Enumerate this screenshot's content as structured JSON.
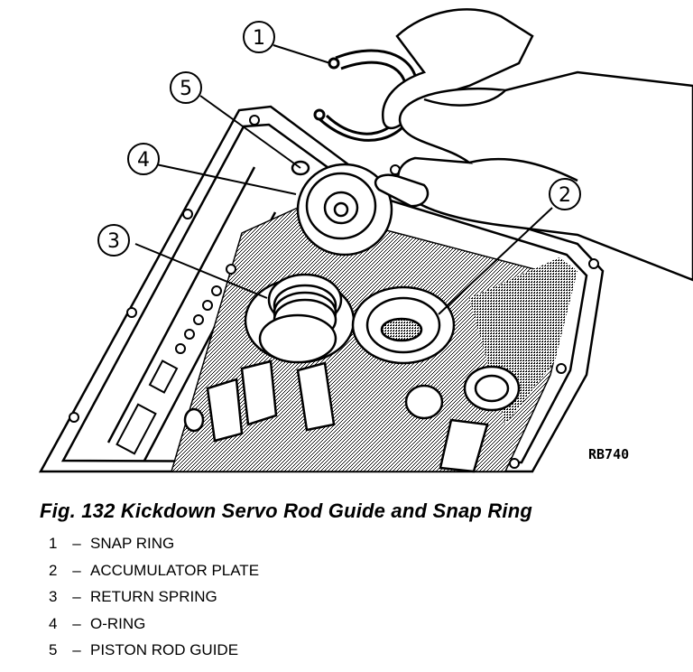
{
  "figure": {
    "code": "RB740",
    "callouts": [
      "1",
      "2",
      "3",
      "4",
      "5"
    ]
  },
  "caption": "Fig. 132 Kickdown Servo Rod Guide and Snap Ring",
  "legend": [
    {
      "number": "1",
      "dash": "–",
      "label": "SNAP RING"
    },
    {
      "number": "2",
      "dash": "–",
      "label": "ACCUMULATOR PLATE"
    },
    {
      "number": "3",
      "dash": "–",
      "label": "RETURN SPRING"
    },
    {
      "number": "4",
      "dash": "–",
      "label": "O-RING"
    },
    {
      "number": "5",
      "dash": "–",
      "label": "PISTON ROD GUIDE"
    }
  ]
}
